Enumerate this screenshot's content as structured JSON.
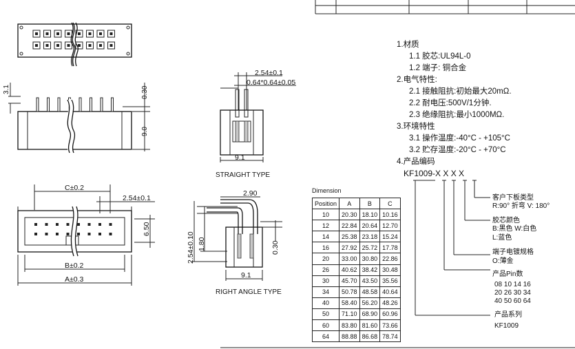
{
  "top_view": {
    "pad_rows": 2,
    "pads_per_row": 8
  },
  "front_view": {
    "dim_left": "3.1",
    "dim_right_top": "0.30",
    "dim_right": "9.0"
  },
  "straight_type": {
    "dim_pitch": "2.54±0.1",
    "dim_pin": "0.64*0.64±0.05",
    "dim_width": "9.1",
    "caption": "STRAIGHT TYPE"
  },
  "right_angle_type": {
    "dim_top": "2.90",
    "dim_left_outer": "2.54±0.10",
    "dim_left_inner": "1.80",
    "dim_right": "0.30",
    "dim_width": "9.1",
    "caption": "RIGHT ANGLE TYPE"
  },
  "bottom_view": {
    "dim_c": "C±0.2",
    "dim_pitch": "2.54±0.1",
    "dim_height": "6.50",
    "dim_b": "B±0.2",
    "dim_a": "A±0.3"
  },
  "specs": {
    "s1": "1.材质",
    "s1_1": "1.1  胶芯:UL94L-0",
    "s1_2": "1.2  端子: 铜合金",
    "s2": "2.电气特性:",
    "s2_1": "2.1  接触阻抗:初始最大20mΩ.",
    "s2_2": "2.2  耐电压:500V/1分钟.",
    "s2_3": "2.3  绝缘阻抗:最小1000MΩ.",
    "s3": "3.环境特性",
    "s3_1": "3.1  操作温度:-40°C  -  +105°C",
    "s3_2": "3.2  贮存温度:-20°C  -  +70°C",
    "s4": "4.产品编码"
  },
  "part_code": {
    "code": "KF1009-X  X  X  X",
    "c1_title": "客户下板类型",
    "c1_values": "R:90° 折弯    V: 180° ",
    "c2_title": "胶芯颜色",
    "c2_values1": "B:黑色  W:白色",
    "c2_values2": "L:蓝色",
    "c3_title": "端子电镀规格",
    "c3_values": "O:薄金",
    "c4_title": "产品Pin数",
    "c4_row1": "08  10  14  16",
    "c4_row2": "20  26  30  34",
    "c4_row3": "40  50  60  64",
    "c5_title": "产品系列",
    "c5_value": "KF1009"
  },
  "dimension_table": {
    "title": "Dimension",
    "headers": [
      "Position",
      "A",
      "B",
      "C"
    ],
    "rows": [
      [
        "10",
        "20.30",
        "18.10",
        "10.16"
      ],
      [
        "12",
        "22.84",
        "20.64",
        "12.70"
      ],
      [
        "14",
        "25.38",
        "23.18",
        "15.24"
      ],
      [
        "16",
        "27.92",
        "25.72",
        "17.78"
      ],
      [
        "20",
        "33.00",
        "30.80",
        "22.86"
      ],
      [
        "26",
        "40.62",
        "38.42",
        "30.48"
      ],
      [
        "30",
        "45.70",
        "43.50",
        "35.56"
      ],
      [
        "34",
        "50.78",
        "48.58",
        "40.64"
      ],
      [
        "40",
        "58.40",
        "56.20",
        "48.26"
      ],
      [
        "50",
        "71.10",
        "68.90",
        "60.96"
      ],
      [
        "60",
        "83.80",
        "81.60",
        "73.66"
      ],
      [
        "64",
        "88.88",
        "86.68",
        "78.74"
      ]
    ]
  }
}
